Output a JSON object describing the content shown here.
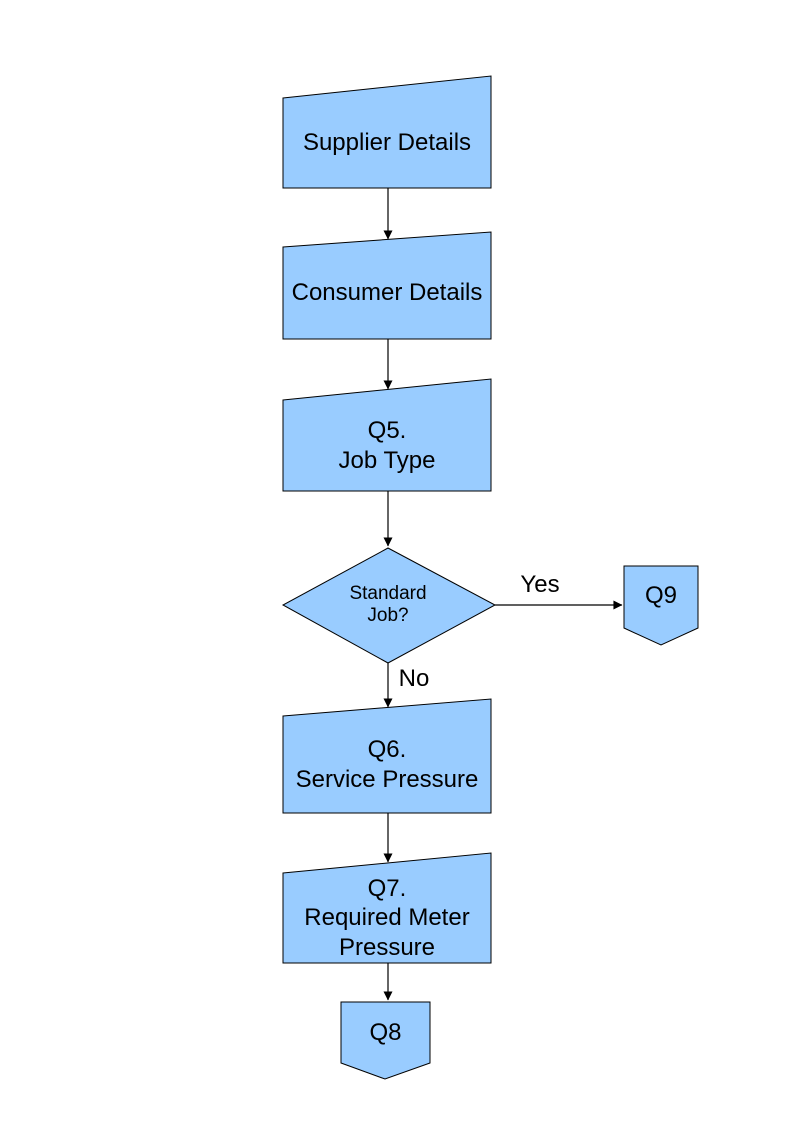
{
  "page": {
    "background_color": "#FFFFFF"
  },
  "diagram": {
    "style": {
      "node_fill": "#99CCFF",
      "node_stroke": "#000000",
      "connector_color": "#000000",
      "text_color": "#000000"
    },
    "nodes": {
      "supplier": {
        "label": "Supplier Details",
        "shape": "manual-input"
      },
      "consumer": {
        "label": "Consumer Details",
        "shape": "manual-input"
      },
      "q5": {
        "label": "Q5.\nJob Type",
        "shape": "manual-input"
      },
      "standard_job": {
        "label": "Standard\nJob?",
        "shape": "decision"
      },
      "q9": {
        "label": "Q9",
        "shape": "off-page-connector"
      },
      "q6": {
        "label": "Q6.\nService Pressure",
        "shape": "manual-input"
      },
      "q7": {
        "label": "Q7.\nRequired Meter\nPressure",
        "shape": "manual-input"
      },
      "q8": {
        "label": "Q8",
        "shape": "off-page-connector"
      }
    },
    "edge_labels": {
      "yes": "Yes",
      "no": "No"
    }
  }
}
